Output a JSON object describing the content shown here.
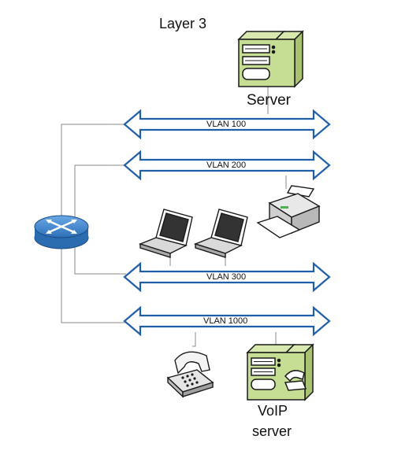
{
  "diagram": {
    "title": "Layer 3",
    "server_label": "Server",
    "voip_label_line1": "VoIP",
    "voip_label_line2": "server",
    "vlans": [
      {
        "label": "VLAN 100"
      },
      {
        "label": "VLAN 200"
      },
      {
        "label": "VLAN 300"
      },
      {
        "label": "VLAN 1000"
      }
    ]
  },
  "colors": {
    "arrow_blue": "#1f5fa8",
    "router_blue": "#3d86cf",
    "server_green": "#c6dd94",
    "line_gray": "#8a8a8a"
  },
  "icons": [
    "router-icon",
    "server-icon",
    "printer-icon",
    "laptop-icon",
    "telephone-icon",
    "voip-server-icon"
  ]
}
